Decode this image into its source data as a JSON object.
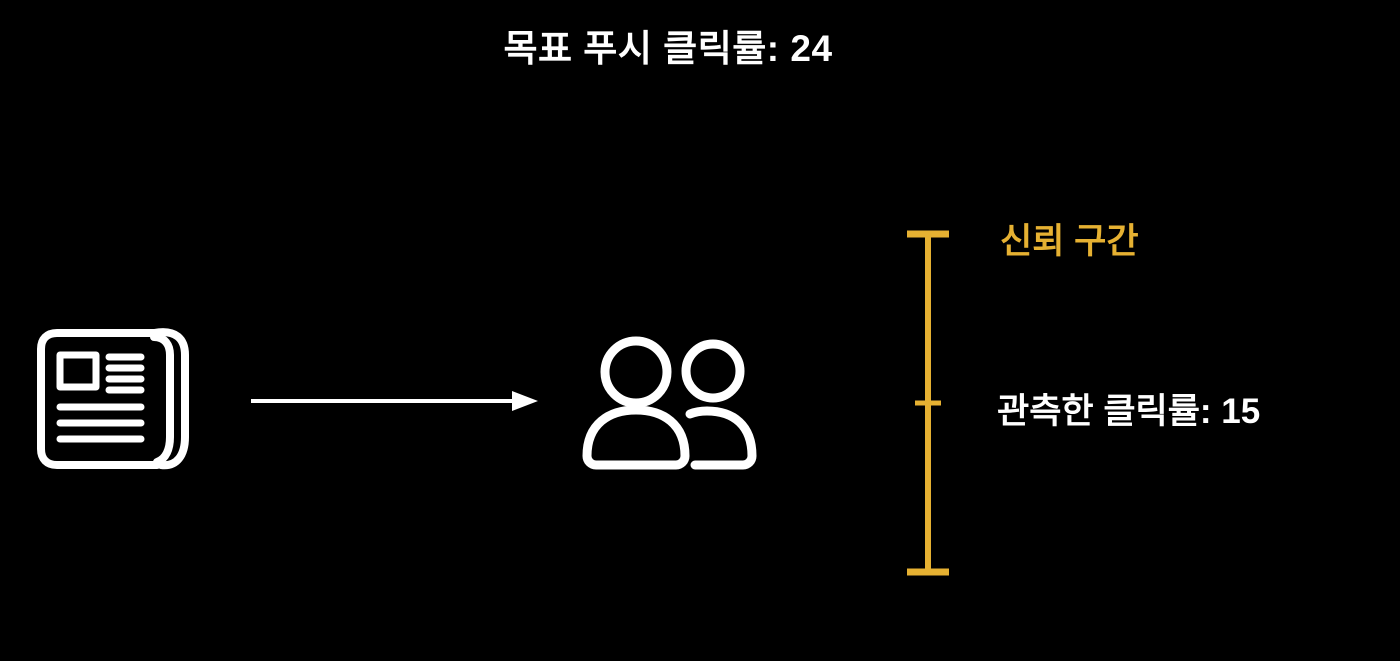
{
  "title": "목표 푸시 클릭률: 24",
  "flow": {
    "source_icon": "newspaper-icon",
    "connector_icon": "arrow-right-icon",
    "audience_icon": "people-icon"
  },
  "confidence_interval": {
    "label": "신뢰 구간",
    "observed_label": "관측한 클릭률: 15"
  },
  "values": {
    "target_push_ctr": 24,
    "observed_ctr": 15
  },
  "colors": {
    "background": "#000000",
    "text": "#FFFFFF",
    "accent": "#E6B132"
  }
}
